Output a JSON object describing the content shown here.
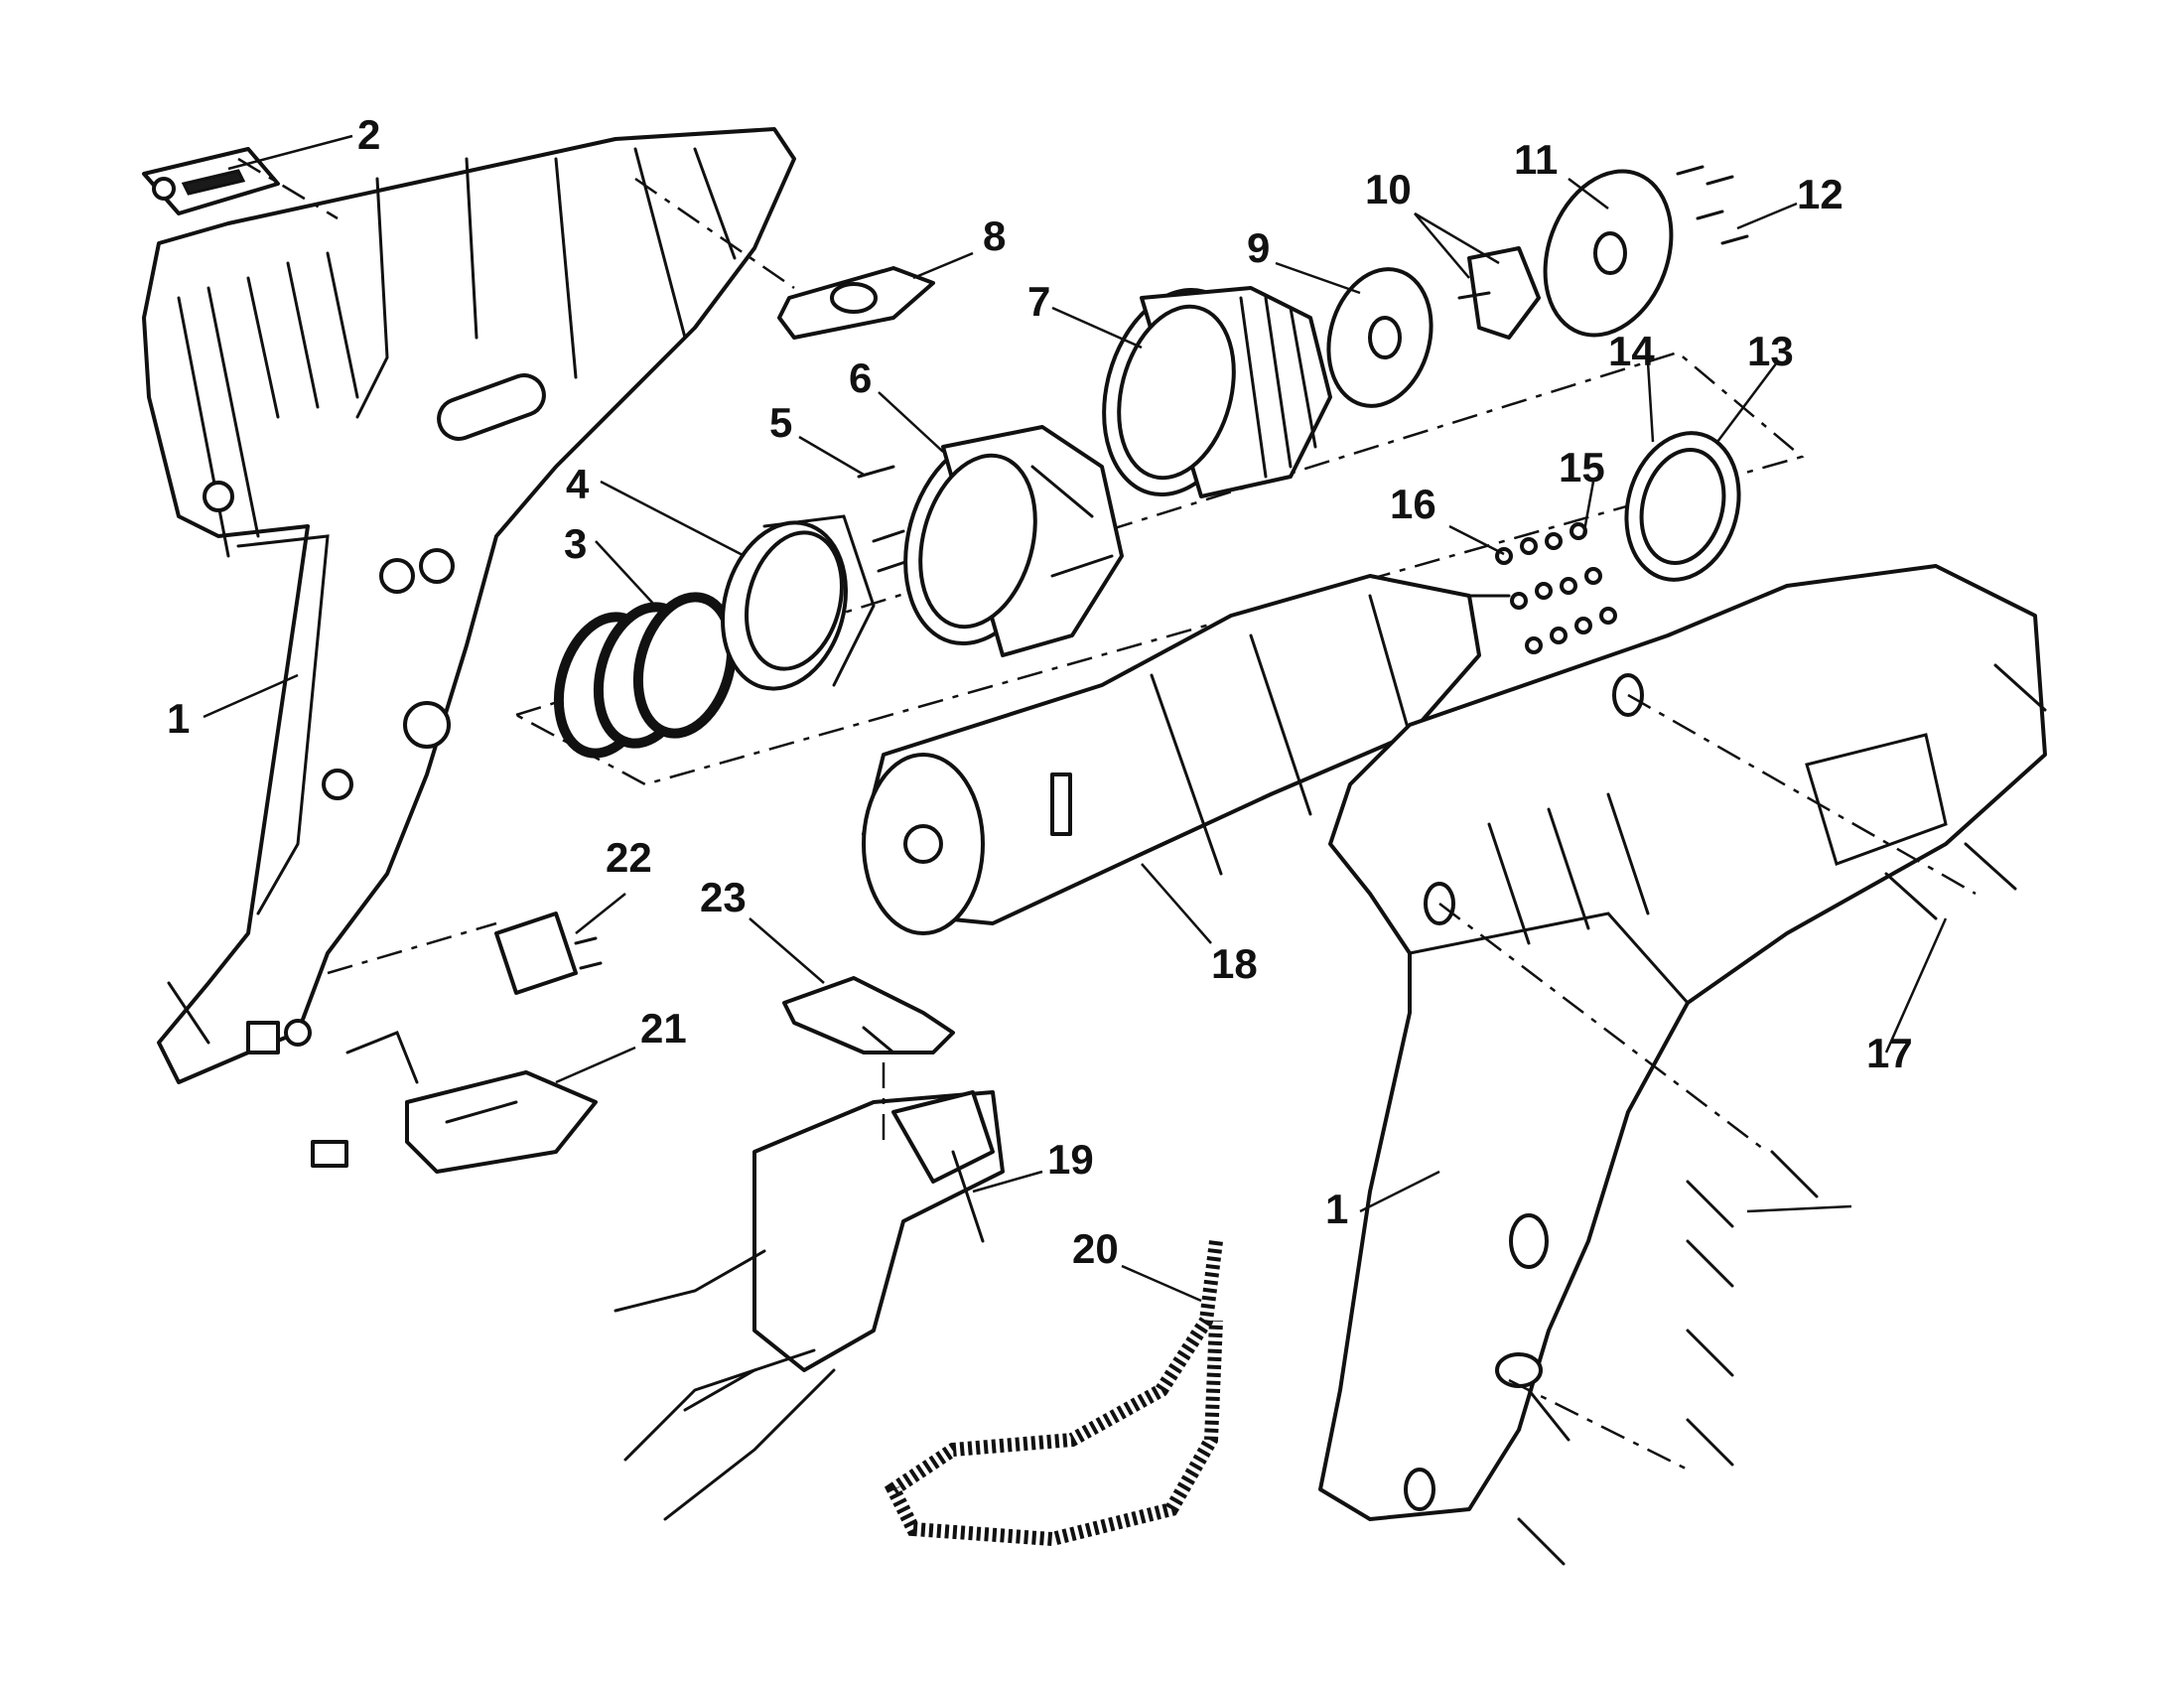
{
  "colors": {
    "ink": "#111111",
    "paper": "#ffffff"
  },
  "labels": {
    "l1_left": "1",
    "l1_right": "1",
    "l2": "2",
    "l3": "3",
    "l4": "4",
    "l5": "5",
    "l6": "6",
    "l7": "7",
    "l8": "8",
    "l9": "9",
    "l10": "10",
    "l11": "11",
    "l12": "12",
    "l13": "13",
    "l14": "14",
    "l15": "15",
    "l16": "16",
    "l17": "17",
    "l18": "18",
    "l19": "19",
    "l20": "20",
    "l21": "21",
    "l22": "22",
    "l23": "23"
  }
}
